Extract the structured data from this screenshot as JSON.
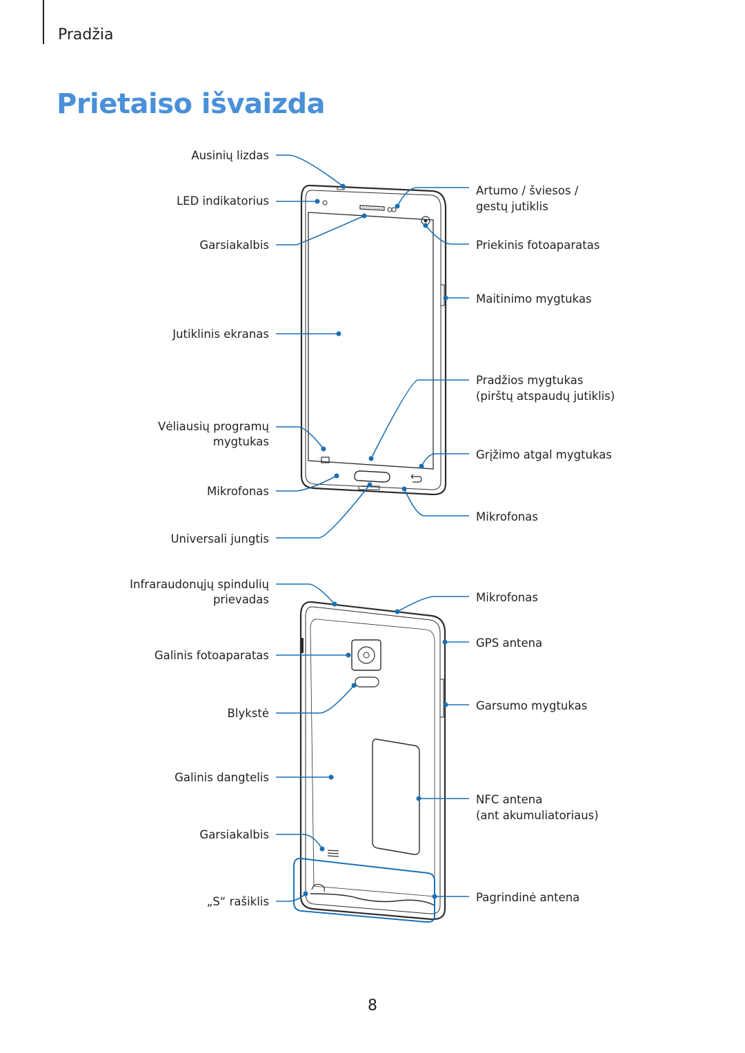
{
  "header": {
    "section": "Pradžia"
  },
  "title": "Prietaiso išvaizda",
  "front_labels": {
    "headset_jack": "Ausinių lizdas",
    "led": "LED indikatorius",
    "speaker": "Garsiakalbis",
    "touchscreen": "Jutiklinis ekranas",
    "recent_apps_1": "Vėliausių programų",
    "recent_apps_2": "mygtukas",
    "mic_left": "Mikrofonas",
    "usb": "Universali jungtis",
    "proximity_1": "Artumo / šviesos /",
    "proximity_2": "gestų jutiklis",
    "front_camera": "Priekinis fotoaparatas",
    "power": "Maitinimo mygtukas",
    "home_1": "Pradžios mygtukas",
    "home_2": "(pirštų atspaudų jutiklis)",
    "back": "Grįžimo atgal mygtukas",
    "mic_right": "Mikrofonas"
  },
  "back_labels": {
    "ir_1": "Infraraudonųjų spindulių",
    "ir_2": "prievadas",
    "rear_camera": "Galinis fotoaparatas",
    "flash": "Blykstė",
    "back_cover": "Galinis dangtelis",
    "speaker": "Garsiakalbis",
    "spen": "„S“ rašiklis",
    "mic": "Mikrofonas",
    "gps": "GPS antena",
    "volume": "Garsumo mygtukas",
    "nfc_1": "NFC antena",
    "nfc_2": "(ant akumuliatoriaus)",
    "main_antenna": "Pagrindinė antena"
  },
  "footer": {
    "page_number": "8"
  }
}
